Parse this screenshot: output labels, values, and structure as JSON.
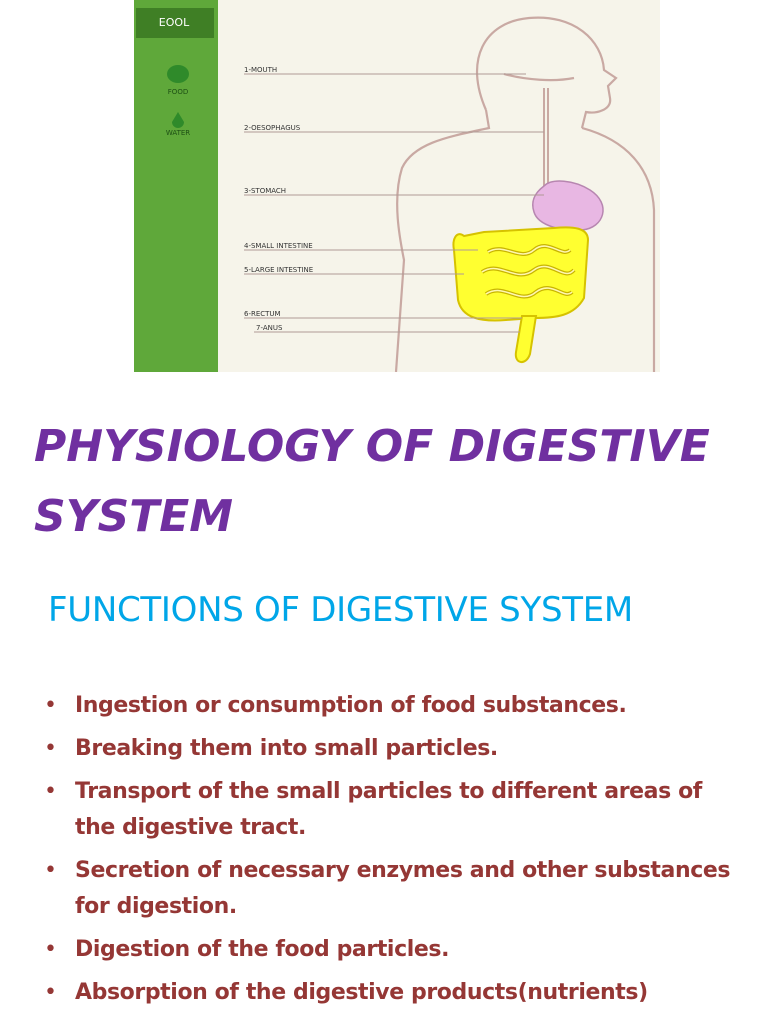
{
  "figure": {
    "sidebar": {
      "logo_text": "EOOL",
      "items": [
        {
          "label": "FOOD",
          "icon": "food-icon"
        },
        {
          "label": "WATER",
          "icon": "water-icon"
        }
      ]
    },
    "labels": [
      "1-MOUTH",
      "2-OESOPHAGUS",
      "3-STOMACH",
      "4-SMALL INTESTINE",
      "5-LARGE INTESTINE",
      "6-RECTUM",
      "7-ANUS"
    ],
    "colors": {
      "sidebar": "#5fa83a",
      "panel": "#f6f4ea",
      "outline": "#c9a9a3",
      "small_intestine": "#ffff30",
      "stomach": "#e8b7e3"
    }
  },
  "title": "PHYSIOLOGY OF DIGESTIVE SYSTEM",
  "subtitle": "FUNCTIONS OF DIGESTIVE SYSTEM",
  "bullet_symbol": "•",
  "bullets": [
    "Ingestion or consumption of food substances.",
    "Breaking them into small particles.",
    "Transport of the small particles to different areas of the digestive tract.",
    "Secretion of necessary enzymes and other substances for digestion.",
    "Digestion of the food particles.",
    "Absorption of the digestive products(nutrients)"
  ],
  "colors": {
    "title": "#7030a0",
    "subtitle": "#00a6e8",
    "bullets": "#953735"
  }
}
